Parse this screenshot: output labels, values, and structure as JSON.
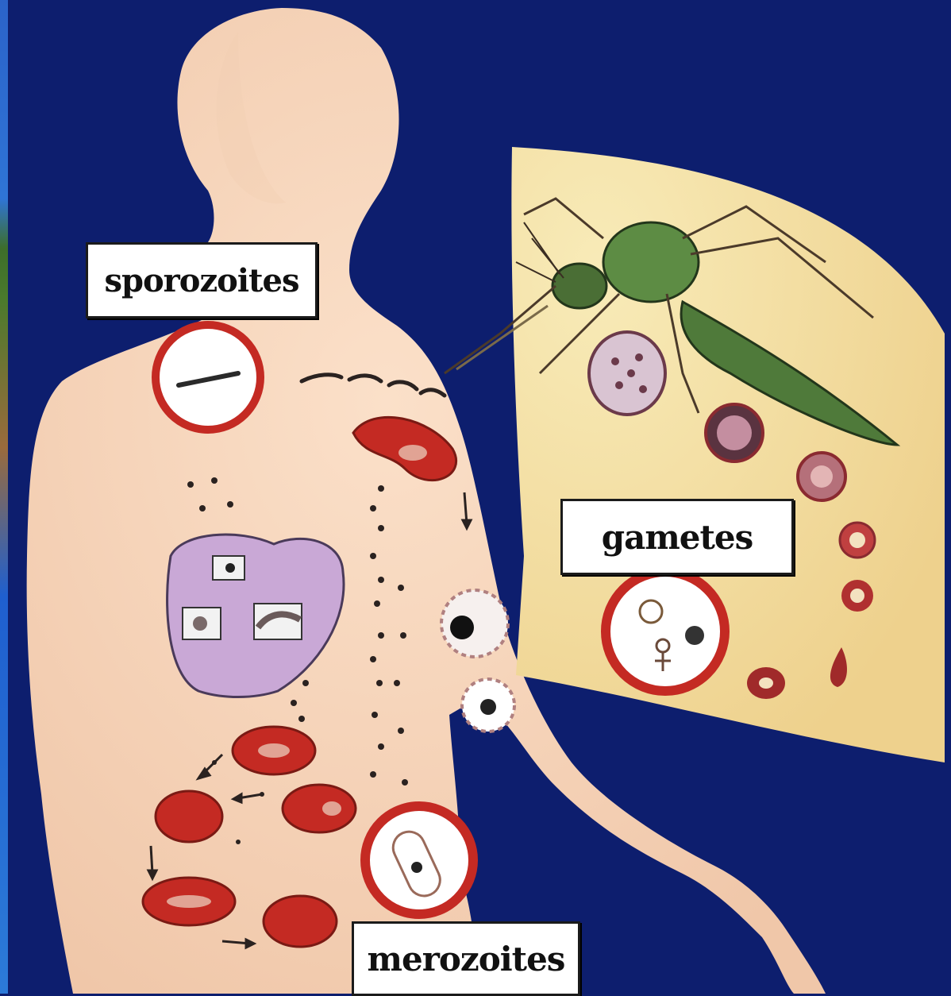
{
  "labels": {
    "sporozoites": "sporozoites",
    "gametes": "gametes",
    "merozoites": "merozoites"
  },
  "colors": {
    "background": "#0d1e6e",
    "skin": "#f7d6bd",
    "wedge": "#f3e2a6",
    "red_cell": "#c42a23",
    "liver": "#c9a8d6",
    "mosquito": "#4f7a3a"
  }
}
